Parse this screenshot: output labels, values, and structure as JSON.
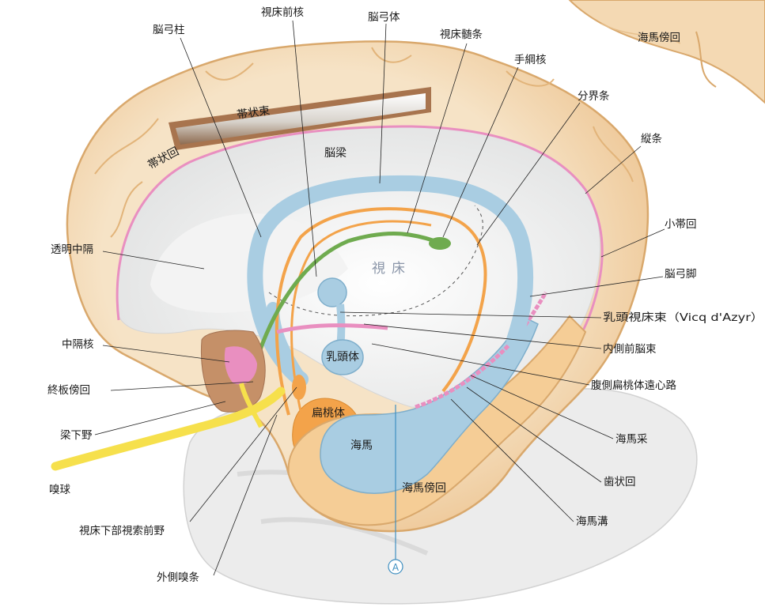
{
  "labels": {
    "fornix_column": "脳弓柱",
    "anterior_thalamic_nucleus": "視床前核",
    "fornix_body": "脳弓体",
    "stria_medullaris": "視床髄条",
    "habenular_nucleus": "手綱核",
    "stria_terminalis": "分界条",
    "longitudinal_stria": "縦条",
    "fasciolar_gyrus": "小帯回",
    "fornix_crus": "脳弓脚",
    "mammillothalamic_tract": "乳頭視床束（Vicq d'Azyr）",
    "medial_forebrain_bundle": "内側前脳束",
    "ventral_amygdalofugal": "腹側扁桃体遠心路",
    "fimbria": "海馬采",
    "dentate_gyrus": "歯状回",
    "hippocampal_sulcus": "海馬溝",
    "parahippocampal_gyrus_top": "海馬傍回",
    "septum_pellucidum": "透明中隔",
    "septal_nuclei": "中隔核",
    "paraterminal_gyrus": "終板傍回",
    "subcallosal_area": "梁下野",
    "olfactory_bulb": "嗅球",
    "hypothalamic_preoptic": "視床下部視索前野",
    "lateral_olfactory_stria": "外側嗅条",
    "cingulate_gyrus": "帯状回",
    "cingulum": "帯状束",
    "corpus_callosum": "脳梁",
    "thalamus": "視床",
    "mammillary_body": "乳頭体",
    "amygdala": "扁桃体",
    "hippocampus": "海馬",
    "parahippocampal_gyrus": "海馬傍回",
    "section_marker": "A"
  },
  "colors": {
    "cortex": "#f3d3a6",
    "cortex_edge": "#d9a86c",
    "callosum": "#f0f1f1",
    "fornix": "#a9cde2",
    "stria_terminalis": "#f3a34a",
    "stria_medullaris": "#6fab4f",
    "olfactory": "#f6e04c",
    "pink": "#e98fc0",
    "brainstem": "#e9e9e9"
  }
}
